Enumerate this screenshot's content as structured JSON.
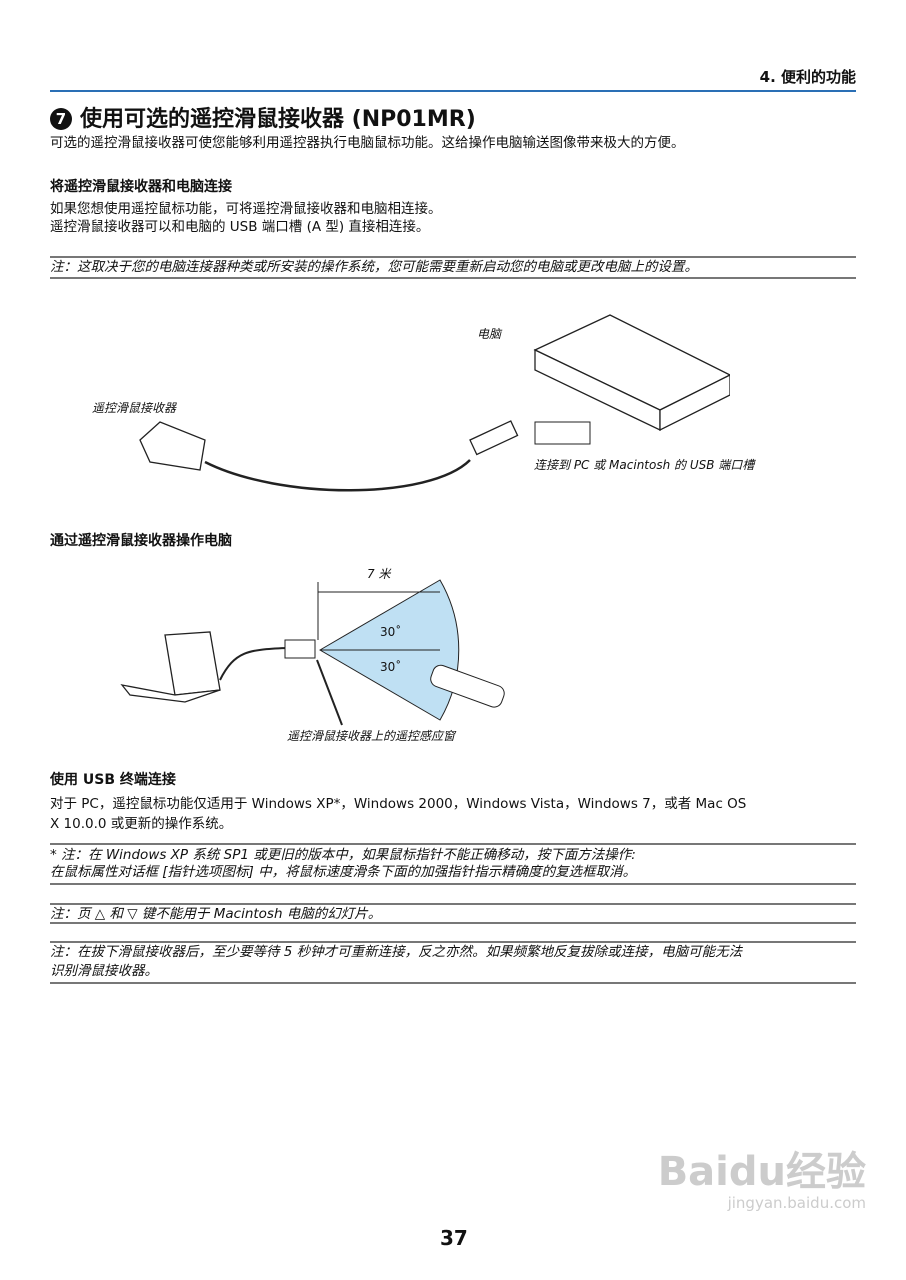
{
  "header": {
    "chapter": "4. 便利的功能"
  },
  "section": {
    "number": "7",
    "title": "使用可选的遥控滑鼠接收器 (NP01MR)",
    "intro": "可选的遥控滑鼠接收器可使您能够利用遥控器执行电脑鼠标功能。这给操作电脑输送图像带来极大的方便。"
  },
  "connect": {
    "heading": "将遥控滑鼠接收器和电脑连接",
    "lines": [
      "如果您想使用遥控鼠标功能，可将遥控滑鼠接收器和电脑相连接。",
      "遥控滑鼠接收器可以和电脑的 USB 端口槽 (A 型) 直接相连接。"
    ],
    "note": "注：这取决于您的电脑连接器种类或所安装的操作系统，您可能需要重新启动您的电脑或更改电脑上的设置。"
  },
  "figure1": {
    "computer_label": "电脑",
    "receiver_label": "遥控滑鼠接收器",
    "port_label": "连接到 PC 或 Macintosh 的 USB 端口槽"
  },
  "operate": {
    "heading": "通过遥控滑鼠接收器操作电脑"
  },
  "figure2": {
    "distance_label": "7 米",
    "angle_top": "30˚",
    "angle_bottom": "30˚",
    "sensor_label": "遥控滑鼠接收器上的遥控感应窗",
    "fan_color": "#bfe0f3"
  },
  "usb": {
    "heading": "使用 USB 终端连接",
    "lines": [
      "对于 PC，遥控鼠标功能仅适用于 Windows XP*，Windows 2000，Windows Vista，Windows 7，或者 Mac OS",
      "X 10.0.0 或更新的操作系统。"
    ],
    "note1": [
      "* 注：在 Windows XP 系统 SP1 或更旧的版本中，如果鼠标指针不能正确移动，按下面方法操作:",
      "在鼠标属性对话框 [指针选项图标] 中，将鼠标速度滑条下面的加强指针指示精确度的复选框取消。"
    ],
    "note2": "注：页 △ 和 ▽ 键不能用于 Macintosh 电脑的幻灯片。",
    "note3": [
      "注：在拔下滑鼠接收器后，至少要等待 5 秒钟才可重新连接，反之亦然。如果频繁地反复拔除或连接，电脑可能无法",
      "识别滑鼠接收器。"
    ]
  },
  "page_number": "37",
  "watermark": {
    "brand": "Baidu经验",
    "url": "jingyan.baidu.com"
  }
}
